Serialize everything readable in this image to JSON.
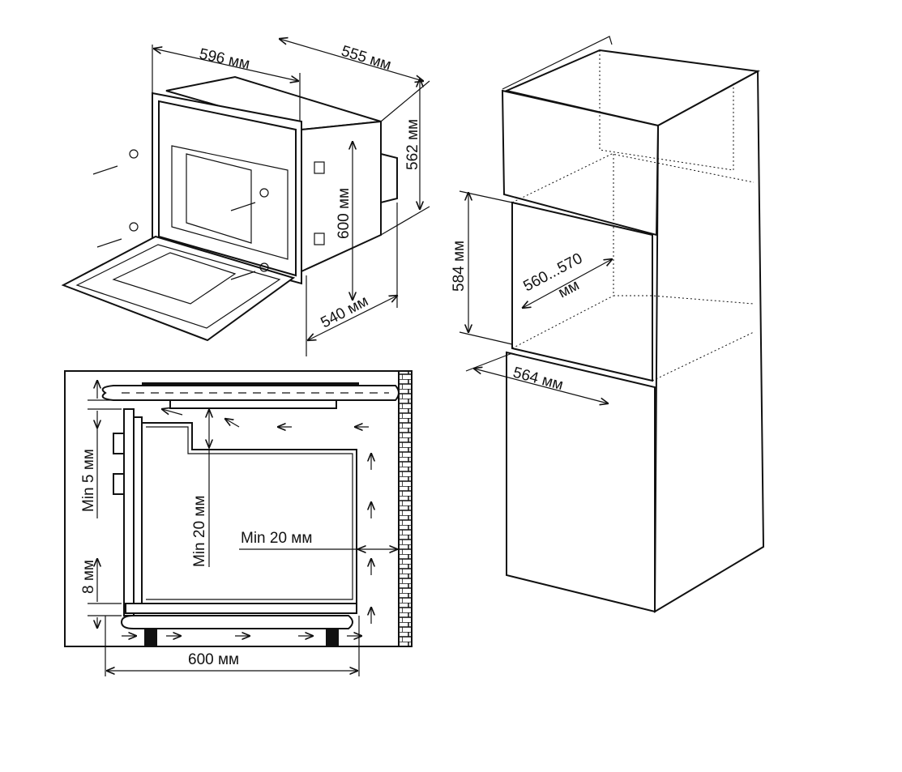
{
  "oven_view": {
    "width_label": "596 мм",
    "depth_label": "555 мм",
    "height_label": "562 мм",
    "front_height_label": "600 мм",
    "body_depth_label": "540 мм"
  },
  "cabinet_view": {
    "niche_height_label": "584 мм",
    "niche_width_label": "560...570",
    "niche_width_unit": "мм",
    "niche_depth_label": "564 мм"
  },
  "section_view": {
    "min_top_gap_label": "Min 5 мм",
    "min_vertical_gap_label": "Min 20 мм",
    "min_rear_gap_label": "Min 20 мм",
    "bottom_gap_label": "8 мм",
    "width_label": "600 мм"
  }
}
